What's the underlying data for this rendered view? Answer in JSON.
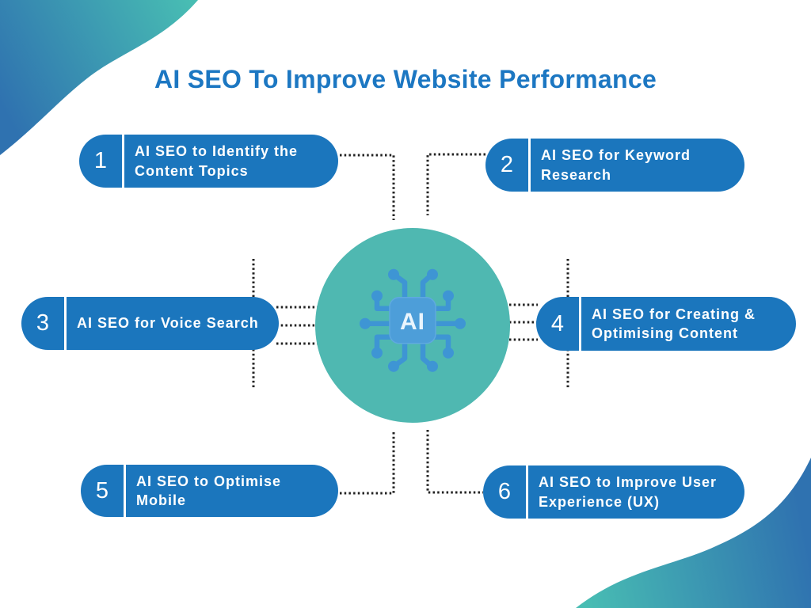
{
  "title": "AI SEO To Improve Website Performance",
  "center": {
    "chip_label": "AI"
  },
  "steps": [
    {
      "number": "1",
      "label": "AI SEO to Identify the Content Topics",
      "position": "top-left"
    },
    {
      "number": "2",
      "label": "AI SEO for Keyword Research",
      "position": "top-right"
    },
    {
      "number": "3",
      "label": "AI SEO for Voice Search",
      "position": "middle-left"
    },
    {
      "number": "4",
      "label": "AI SEO for Creating & Optimising Content",
      "position": "middle-right"
    },
    {
      "number": "5",
      "label": "AI SEO to Optimise Mobile",
      "position": "bottom-left"
    },
    {
      "number": "6",
      "label": "AI SEO to Improve User Experience (UX)",
      "position": "bottom-right"
    }
  ],
  "colors": {
    "title_blue": "#1c77c2",
    "pill_blue": "#1b76bd",
    "circle_teal": "#4fb8b1",
    "chip_blue": "#4d9ed9",
    "chip_trace_blue": "#3e95d4",
    "connector_dark": "#222222",
    "wave_blue": "#2f72b0",
    "wave_teal": "#48bdb3",
    "background": "#ffffff"
  }
}
